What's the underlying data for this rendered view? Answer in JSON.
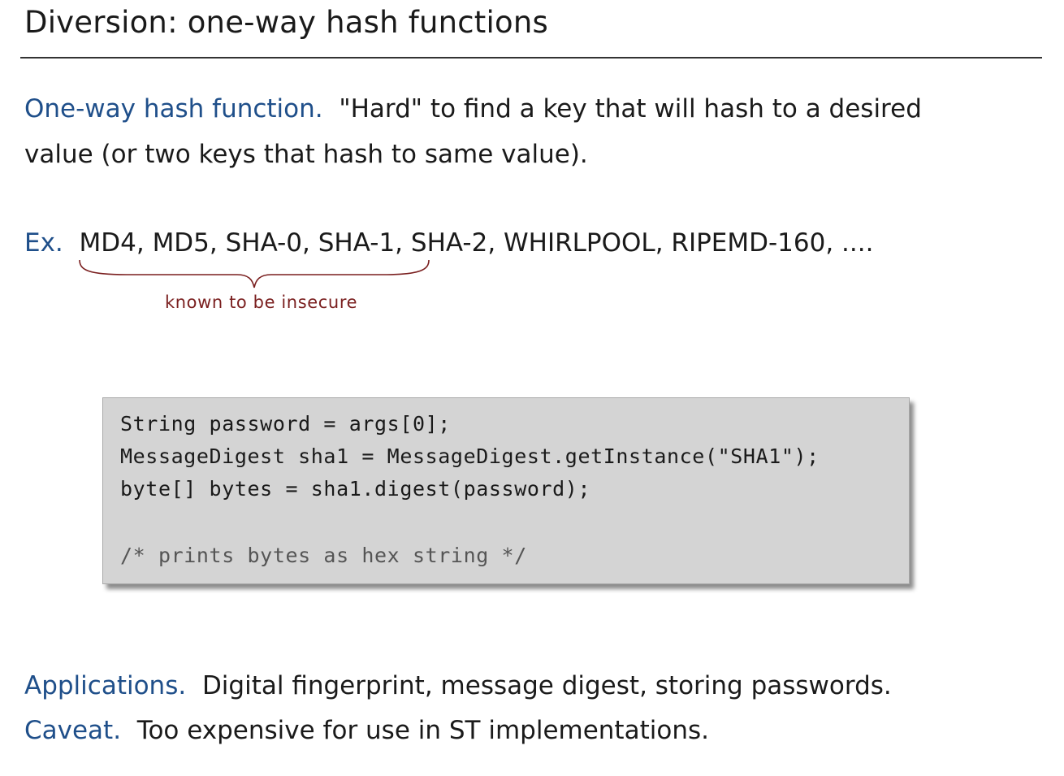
{
  "slide": {
    "title": "Diversion:  one-way hash functions"
  },
  "definition": {
    "term": "One-way hash function.",
    "line1": "\"Hard\" to find a key that will hash to a desired",
    "line2": "value (or two keys that hash to same value)."
  },
  "examples": {
    "label": "Ex.",
    "insecure_list": "MD4, MD5, SHA-0, SHA-1,",
    "rest_list": "SHA-2, WHIRLPOOL, RIPEMD-160, ....",
    "brace_label": "known to be insecure"
  },
  "code": {
    "lines": [
      "String password = args[0];",
      "MessageDigest sha1 = MessageDigest.getInstance(\"SHA1\");",
      "byte[] bytes = sha1.digest(password);"
    ],
    "comment": "/* prints bytes as hex string */"
  },
  "applications": {
    "term": "Applications.",
    "text": "Digital fingerprint, message digest, storing passwords."
  },
  "caveat": {
    "term": "Caveat.",
    "text": "Too expensive for use in ST implementations."
  },
  "colors": {
    "term_blue": "#1f4f8a",
    "brace_red": "#7a1f1f",
    "code_bg": "#d4d4d4"
  }
}
